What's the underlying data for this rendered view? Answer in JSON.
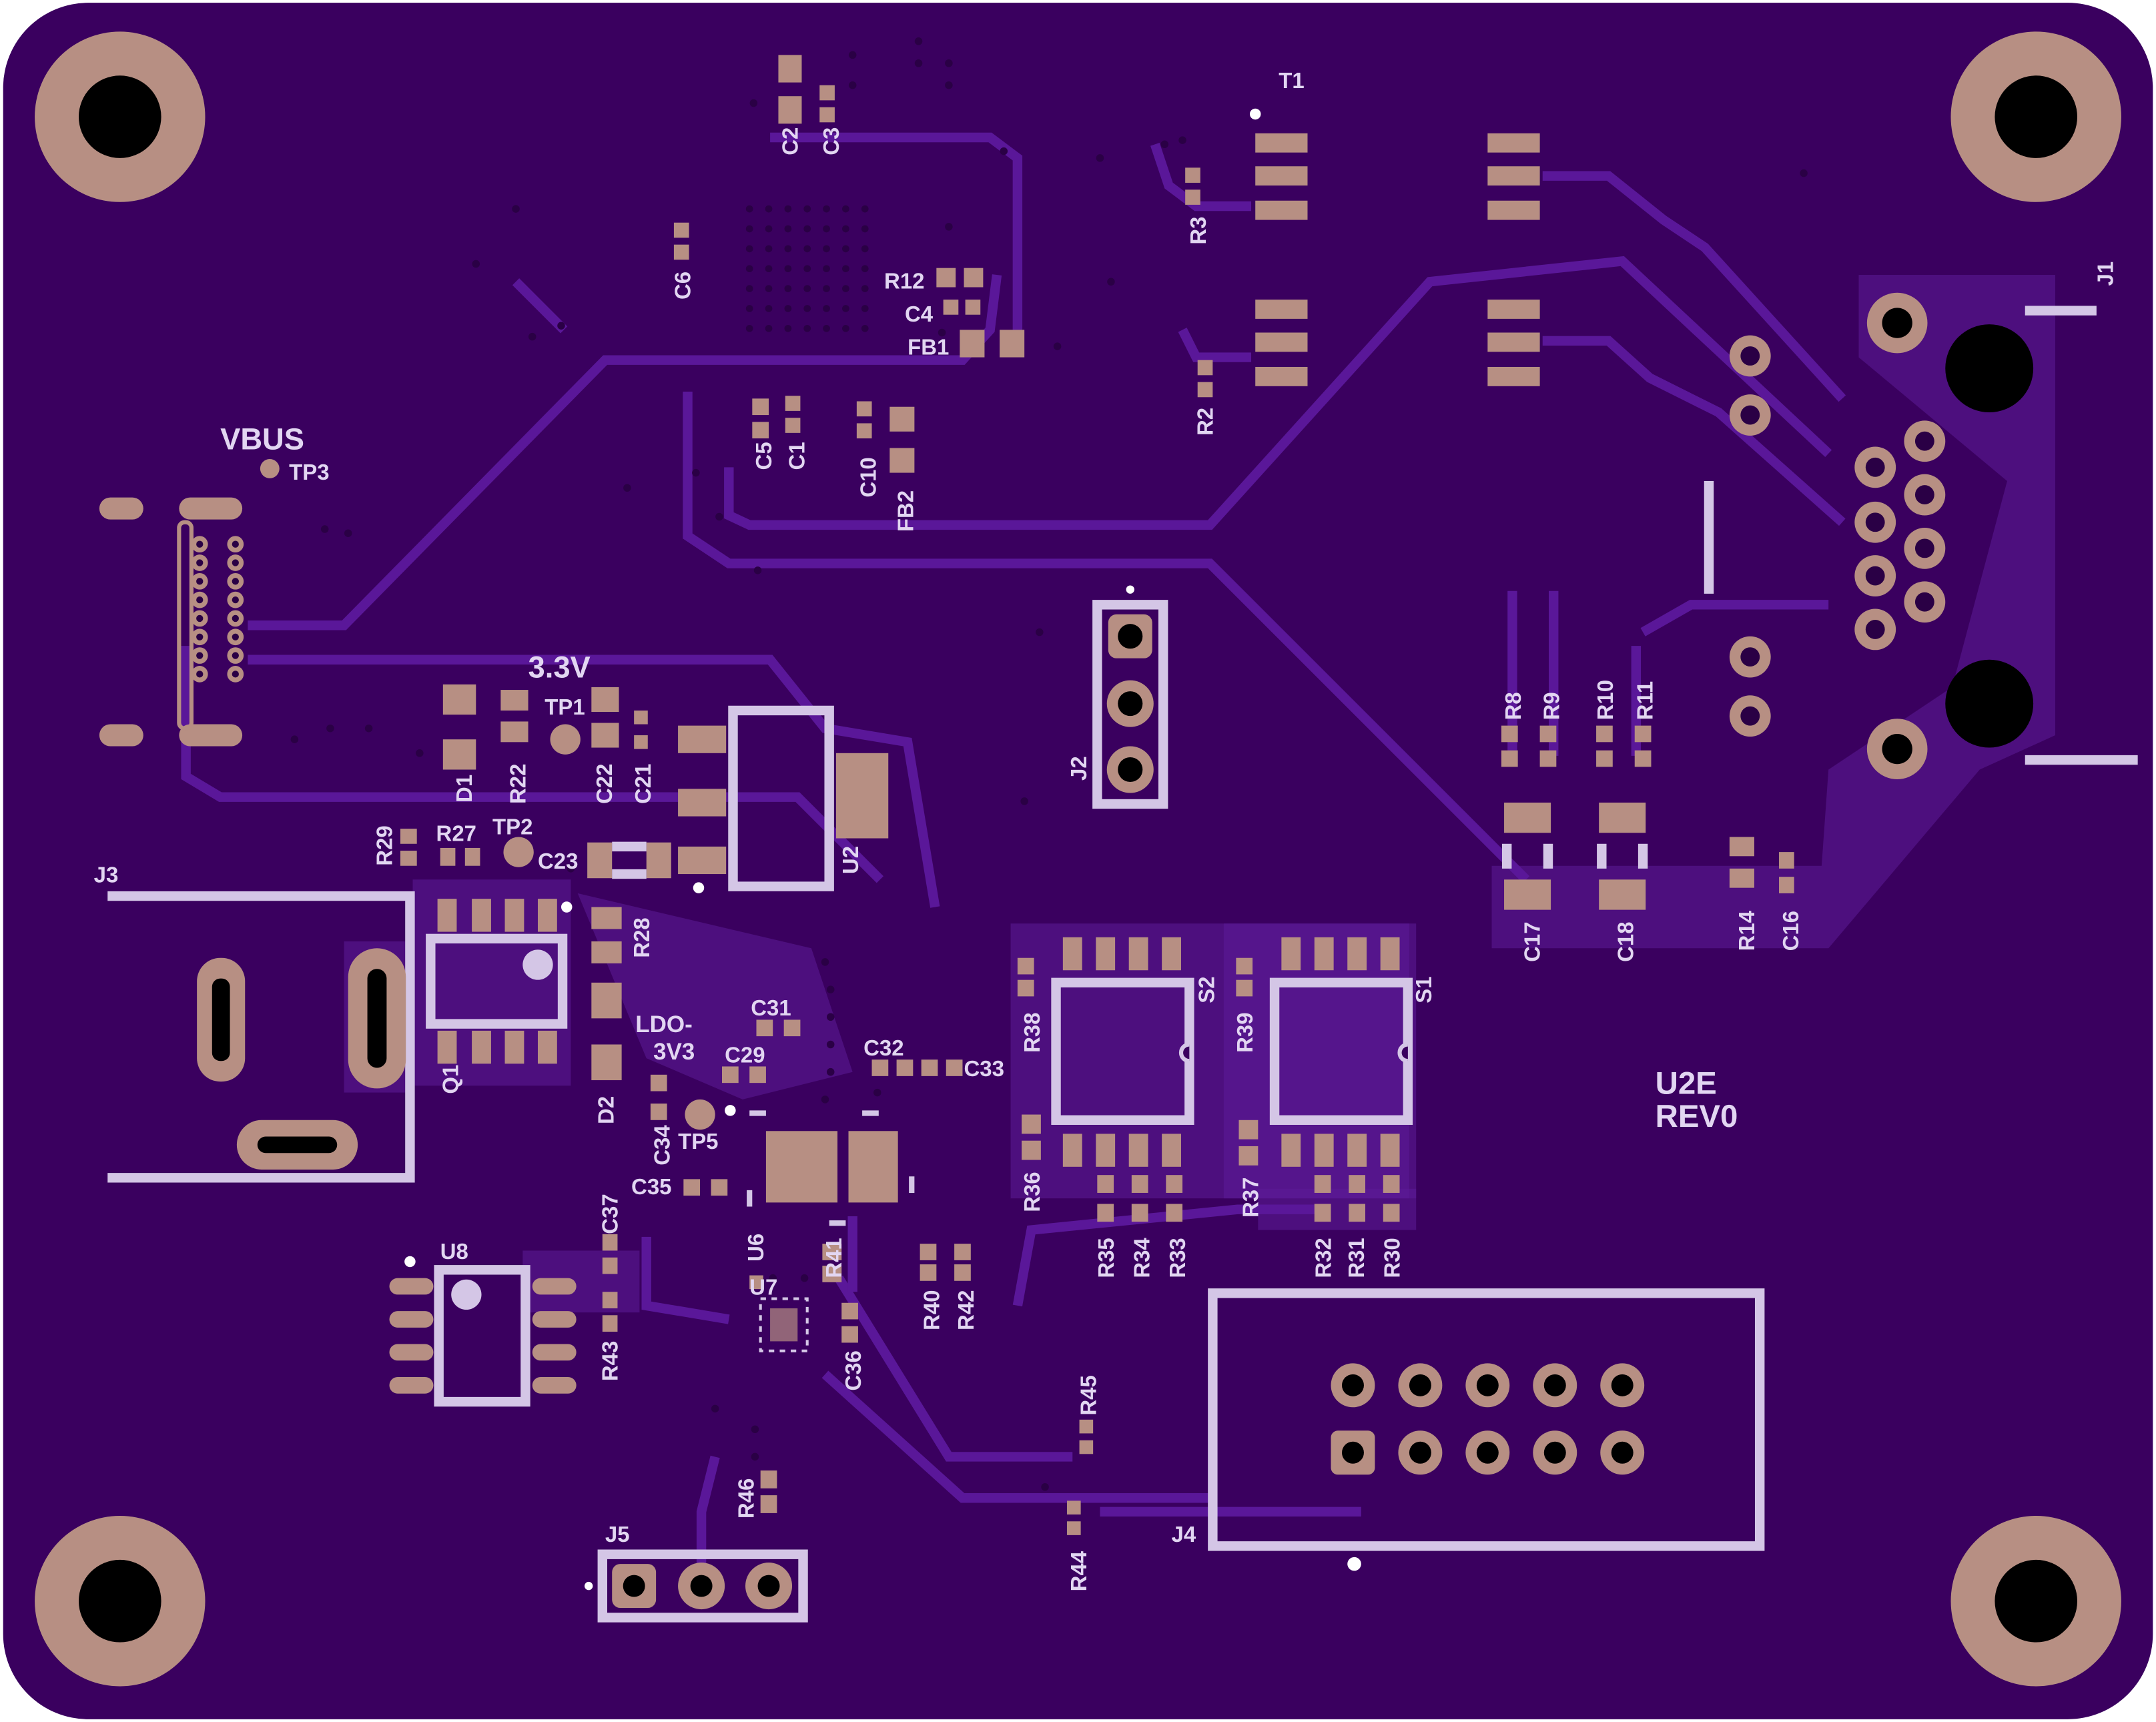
{
  "board": {
    "name_line1": "U2E",
    "name_line2": "REV0",
    "colors": {
      "substrate": "#3a005f",
      "copper_pour": "#5c1c98",
      "pad": "#b78f83",
      "silkscreen": "#d4c6e6",
      "hole": "#000000"
    }
  },
  "net_labels": {
    "vbus": "VBUS",
    "v33": "3.3V",
    "ldo_line1": "LDO-",
    "ldo_line2": "3V3"
  },
  "connectors": [
    "J1",
    "J2",
    "J3",
    "J4",
    "J5"
  ],
  "ics": [
    "U2",
    "U6",
    "U7",
    "U8",
    "Q1",
    "T1",
    "S1",
    "S2",
    "D1",
    "D2"
  ],
  "test_points": [
    "TP1",
    "TP2",
    "TP3",
    "TP5"
  ],
  "capacitors": [
    "C1",
    "C2",
    "C3",
    "C4",
    "C5",
    "C6",
    "C10",
    "C16",
    "C17",
    "C18",
    "C21",
    "C22",
    "C23",
    "C29",
    "C31",
    "C32",
    "C33",
    "C34",
    "C35",
    "C36",
    "C37"
  ],
  "resistors": [
    "R2",
    "R3",
    "R8",
    "R9",
    "R10",
    "R11",
    "R12",
    "R14",
    "R22",
    "R27",
    "R28",
    "R29",
    "R30",
    "R31",
    "R32",
    "R33",
    "R34",
    "R35",
    "R36",
    "R37",
    "R38",
    "R39",
    "R40",
    "R41",
    "R42",
    "R43",
    "R44",
    "R45",
    "R46"
  ],
  "ferrites": [
    "FB1",
    "FB2"
  ]
}
